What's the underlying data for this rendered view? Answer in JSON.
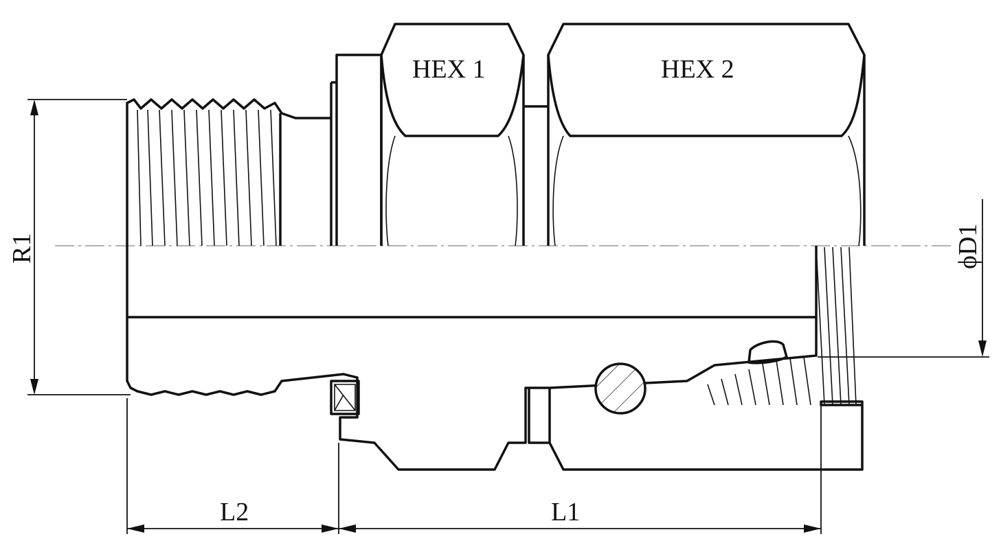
{
  "drawing": {
    "labels": {
      "hex1": "HEX 1",
      "hex2": "HEX 2",
      "r1": "R1",
      "d1": "ϕD1",
      "l1": "L1",
      "l2": "L2"
    },
    "colors": {
      "line": "#111111",
      "centerline": "#999999",
      "background": "#ffffff"
    }
  }
}
